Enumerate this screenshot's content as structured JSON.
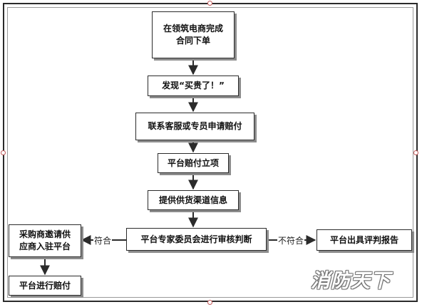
{
  "flowchart": {
    "nodes": {
      "order": "在领筑电商完成\n合同下单",
      "discover": "发现“买贵了！”",
      "contact": "联系客服或专员申请赔付",
      "register": "平台赔付立项",
      "provide": "提供供货渠道信息",
      "review": "平台专家委员会进行审核判断",
      "invite": "采购商邀请供\n应商入驻平台",
      "compensate": "平台进行赔付",
      "report": "平台出具评判报告"
    },
    "edge_labels": {
      "qualified": "符合",
      "not_qualified": "不符合"
    }
  },
  "watermark": "消防天下"
}
